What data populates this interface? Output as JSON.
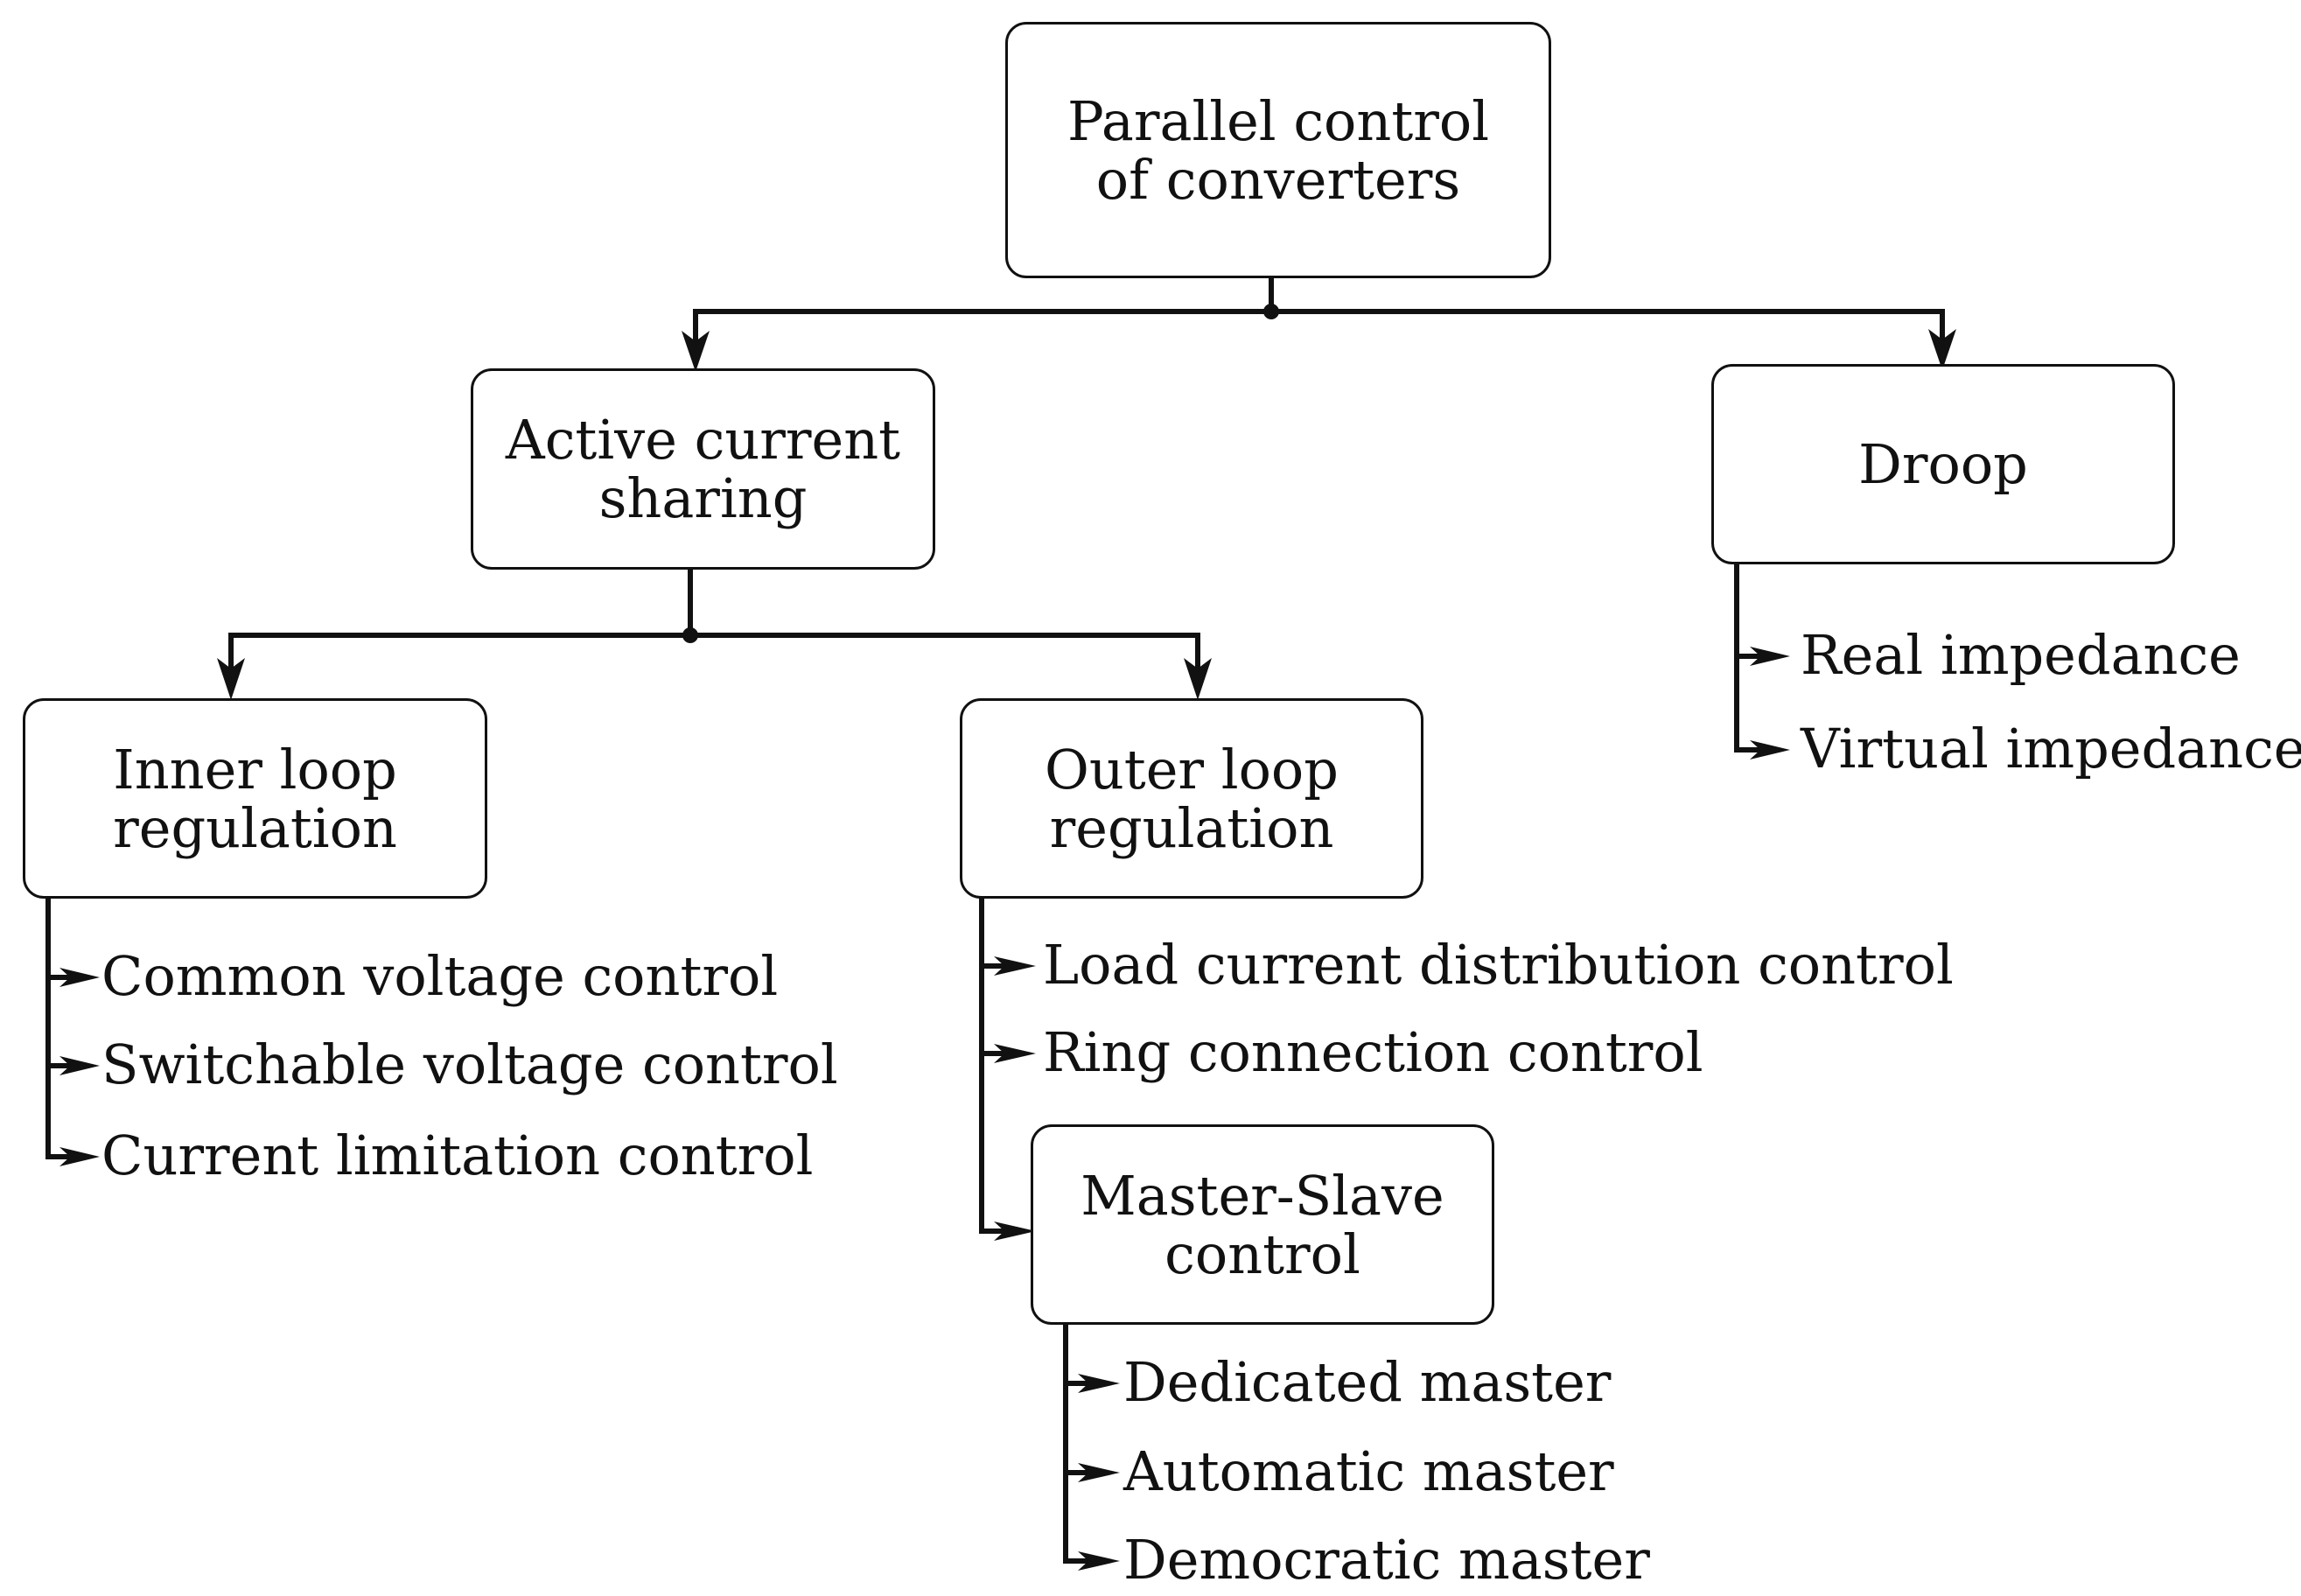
{
  "nodes": {
    "root": {
      "line1": "Parallel control",
      "line2": "of converters"
    },
    "active": {
      "line1": "Active current",
      "line2": "sharing"
    },
    "droop": {
      "line1": "Droop"
    },
    "inner": {
      "line1": "Inner loop",
      "line2": "regulation"
    },
    "outer": {
      "line1": "Outer loop",
      "line2": "regulation"
    },
    "master": {
      "line1": "Master-Slave",
      "line2": "control"
    }
  },
  "leaves": {
    "inner": [
      "Common voltage control",
      "Switchable voltage control",
      "Current limitation control"
    ],
    "outer": [
      "Load current distribution control",
      "Ring connection control"
    ],
    "droop": [
      "Real impedance",
      "Virtual impedance"
    ],
    "master": [
      "Dedicated master",
      "Automatic master",
      "Democratic master"
    ]
  }
}
